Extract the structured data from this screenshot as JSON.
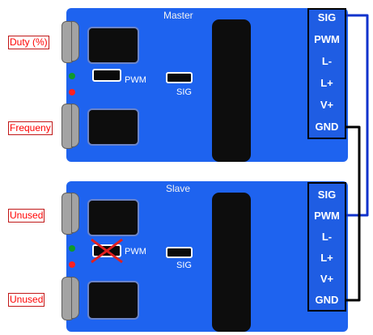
{
  "master": {
    "title": "Master",
    "switch_pwm": "PWM",
    "switch_sig": "SIG",
    "knob_top": "Duty (%)",
    "knob_bottom": "Frequeny",
    "pins": [
      "SIG",
      "PWM",
      "L-",
      "L+",
      "V+",
      "GND"
    ]
  },
  "slave": {
    "title": "Slave",
    "switch_pwm": "PWM",
    "switch_sig": "SIG",
    "knob_top": "Unused",
    "knob_bottom": "Unused",
    "pins": [
      "SIG",
      "PWM",
      "L-",
      "L+",
      "V+",
      "GND"
    ]
  },
  "colors": {
    "board": "#1e63ef",
    "wire_signal": "#1133cc",
    "wire_ground": "#000000",
    "cross": "#e02020",
    "label_text": "#ff0000",
    "led_green": "#0f9a2a",
    "led_red": "#ff2020"
  },
  "wiring": [
    {
      "from": "master.pins.SIG",
      "to": "slave.pins.PWM",
      "kind": "signal"
    },
    {
      "from": "master.pins.GND",
      "to": "slave.pins.GND",
      "kind": "ground"
    }
  ],
  "state": {
    "slave_pwm_switch": "disabled (crossed out)"
  }
}
